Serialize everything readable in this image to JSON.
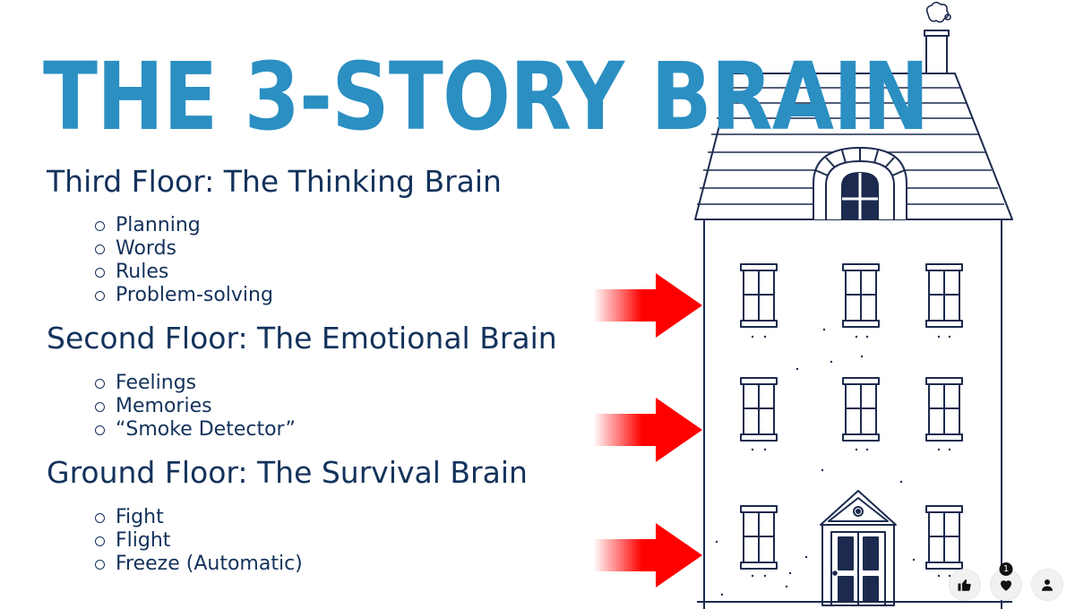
{
  "title": "THE 3-STORY BRAIN",
  "floors": [
    {
      "heading": "Third Floor: The Thinking Brain",
      "items": [
        "Planning",
        "Words",
        "Rules",
        "Problem-solving"
      ]
    },
    {
      "heading": "Second Floor: The Emotional Brain",
      "items": [
        "Feelings",
        "Memories",
        "“Smoke Detector”"
      ]
    },
    {
      "heading": "Ground Floor: The Survival Brain",
      "items": [
        "Fight",
        "Flight",
        "Freeze (Automatic)"
      ]
    }
  ],
  "reactions": {
    "like_icon": "thumbs-up-icon",
    "heart_icon": "heart-icon",
    "heart_count": "1",
    "profile_icon": "person-icon"
  },
  "colors": {
    "title": "#2b8fc2",
    "text": "#13325b",
    "arrow": "#ff0000",
    "house_line": "#1b2a4e"
  }
}
